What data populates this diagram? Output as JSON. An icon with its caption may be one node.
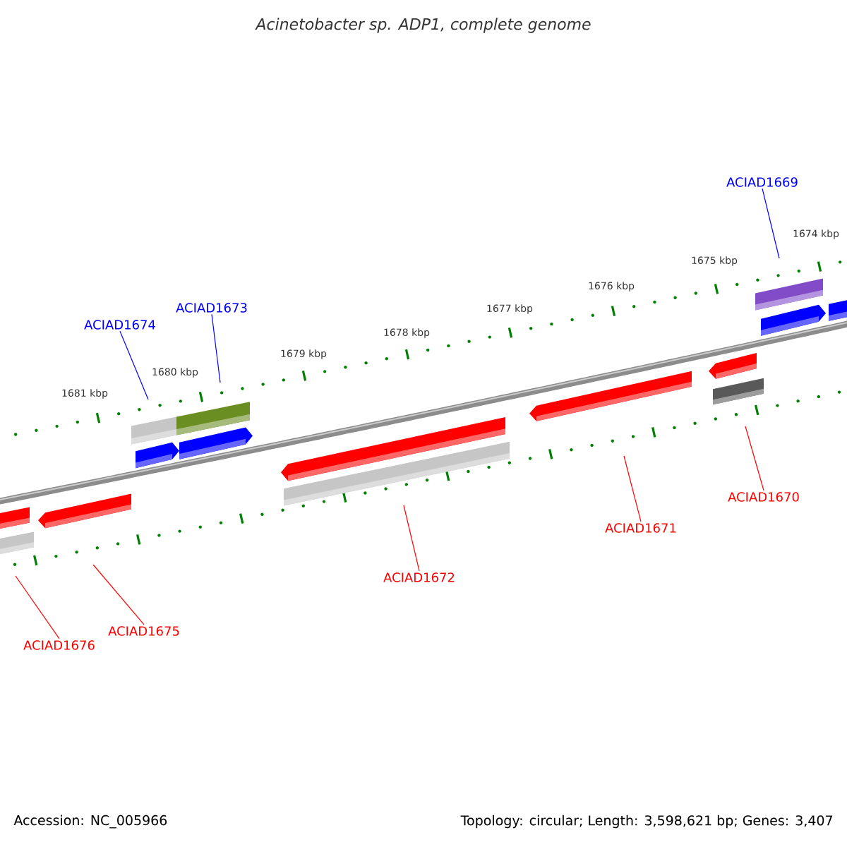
{
  "diagram": {
    "title": "Acinetobacter sp. ADP1, complete genome",
    "nodes": [
      {
        "text": [
          "ACIAD1669"
        ]
      },
      {
        "text": [
          "ACIAD1673"
        ]
      },
      {
        "text": [
          "ACIAD1674"
        ]
      },
      {
        "text": [
          "ACIAD1670"
        ]
      },
      {
        "text": [
          "ACIAD1671"
        ]
      },
      {
        "text": [
          "ACIAD1672"
        ]
      },
      {
        "text": [
          "ACIAD1675"
        ]
      },
      {
        "text": [
          "ACIAD1676"
        ]
      }
    ],
    "edges": [
      {
        "from": 0,
        "to": null,
        "arrow": "none",
        "color": "#0000ff"
      },
      {
        "from": 1,
        "to": null,
        "arrow": "none",
        "color": "#0000ff"
      },
      {
        "from": 2,
        "to": null,
        "arrow": "none",
        "color": "#0000ff"
      },
      {
        "from": 3,
        "to": null,
        "arrow": "none"
      },
      {
        "from": 4,
        "to": null,
        "arrow": "none"
      },
      {
        "from": 5,
        "to": null,
        "arrow": "none"
      },
      {
        "from": 6,
        "to": null,
        "arrow": "none"
      },
      {
        "from": 7,
        "to": null,
        "arrow": "none"
      }
    ],
    "labels": [
      "1674 kbp",
      "1675 kbp",
      "1676 kbp",
      "1677 kbp",
      "1678 kbp",
      "1679 kbp",
      "1680 kbp",
      "1681 kbp",
      "Accession: NC_005966",
      "Topology: circular; Length: 3,598,621 bp; Genes: 3,407"
    ]
  }
}
